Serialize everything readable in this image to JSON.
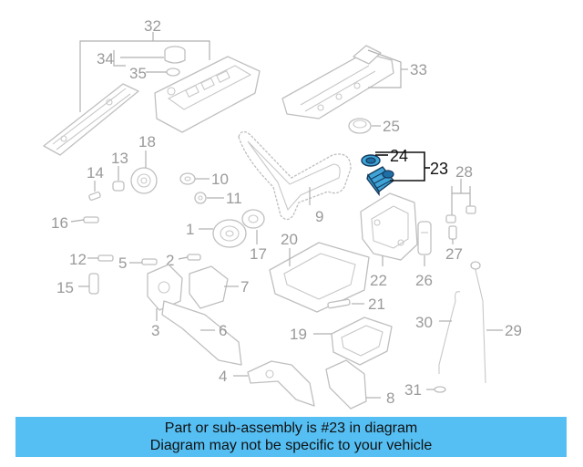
{
  "callouts": {
    "c1": "1",
    "c2": "2",
    "c3": "3",
    "c4": "4",
    "c5": "5",
    "c6": "6",
    "c7": "7",
    "c8": "8",
    "c9": "9",
    "c10": "10",
    "c11": "11",
    "c12": "12",
    "c13": "13",
    "c14": "14",
    "c15": "15",
    "c16": "16",
    "c17": "17",
    "c18": "18",
    "c19": "19",
    "c20": "20",
    "c21": "21",
    "c22": "22",
    "c23": "23",
    "c24": "24",
    "c25": "25",
    "c26": "26",
    "c27": "27",
    "c28": "28",
    "c29": "29",
    "c30": "30",
    "c31": "31",
    "c32": "32",
    "c33": "33",
    "c34": "34",
    "c35": "35"
  },
  "highlight": {
    "parts": [
      "23",
      "24"
    ],
    "fill_color": "#3ea4d8",
    "outline_color": "#163a5c"
  },
  "banner": {
    "line1": "Part or sub-assembly is #23 in diagram",
    "line2": "Diagram may not be specific to your vehicle",
    "background": "#55bff3"
  }
}
